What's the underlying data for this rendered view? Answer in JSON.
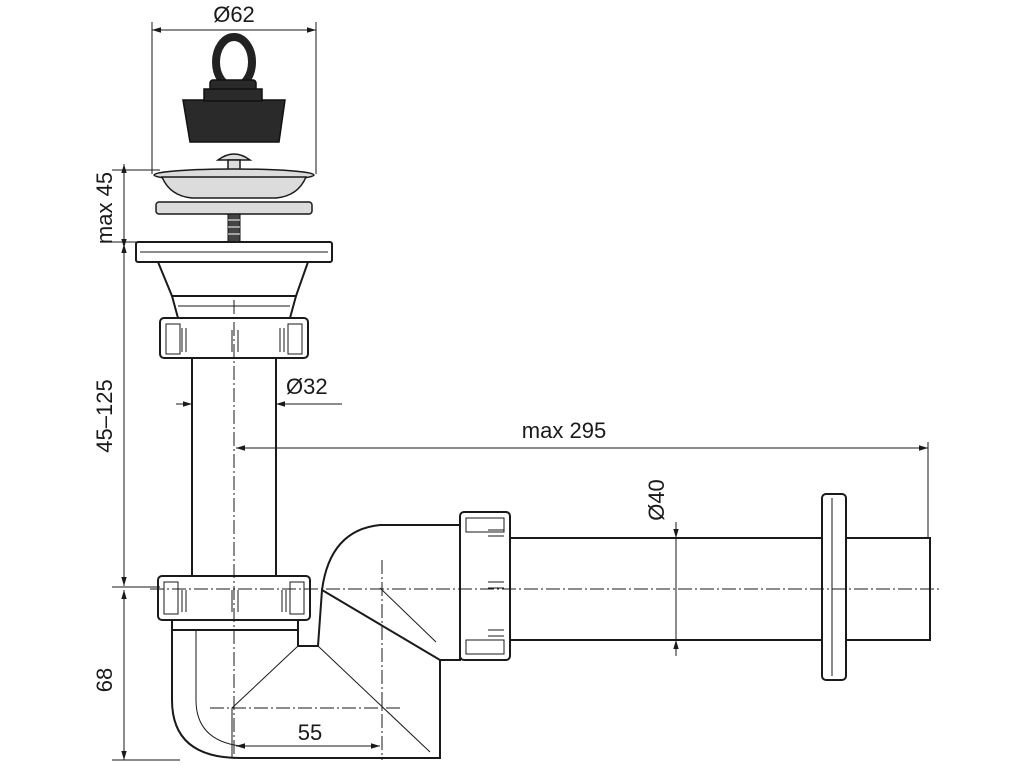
{
  "dimensions": {
    "top_diameter": "Ø62",
    "plug_height": "max 45",
    "pipe_diameter": "Ø32",
    "height_range": "45–125",
    "horizontal_length": "max 295",
    "outlet_diameter": "Ø40",
    "trap_depth": "68",
    "trap_offset": "55"
  },
  "colors": {
    "line": "#1a1a1a",
    "plug": "#2a2a2a",
    "metal": "#dcdcdc",
    "background": "#ffffff"
  }
}
